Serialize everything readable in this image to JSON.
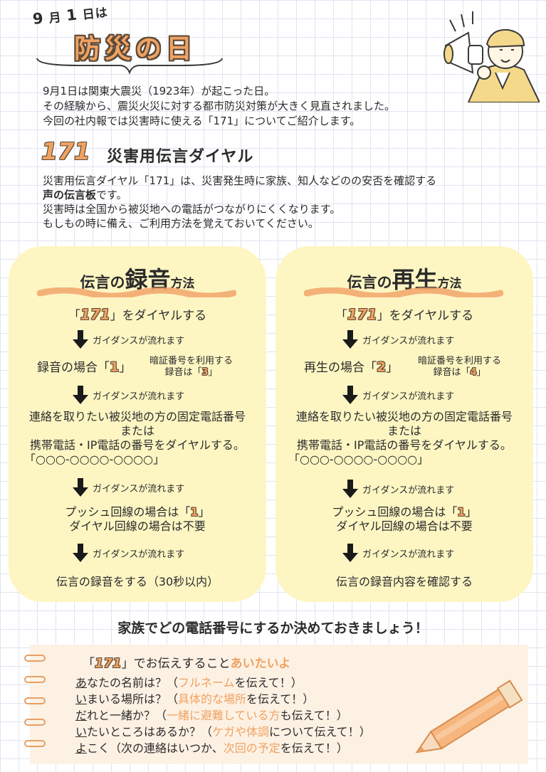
{
  "header": {
    "date_prefix": "9",
    "date_month": "月",
    "date_day": "1",
    "date_suffix": "日は",
    "title": "防災の日"
  },
  "intro": [
    "9月1日は関東大震災（1923年）が起こった日。",
    "その経験から、震災火災に対する都市防災対策が大きく見直されました。",
    "今回の社内報では災害時に使える「171」についてご紹介します。"
  ],
  "section": {
    "number": "171",
    "title": "災害用伝言ダイヤル",
    "desc_line1": "災害用伝言ダイヤル「171」は、災害発生時に家族、知人などのの安否を確認する",
    "desc_bold": "声の伝言板",
    "desc_bold_tail": "です。",
    "desc_line3": "災害時は全国から被災地への電話がつながりにくくなります。",
    "desc_line4": "もしもの時に備え、ご利用方法を覚えておいてください。"
  },
  "record": {
    "title_pre": "伝言の",
    "title_em": "録音",
    "title_post": "方法",
    "step1_pre": "「",
    "step1_num": "171",
    "step1_post": "」をダイヤルする",
    "guidance": "ガイダンスが流れます",
    "step2_pre": "録音の場合「",
    "step2_num": "1",
    "step2_post": "」",
    "pw_line1": "暗証番号を利用する",
    "pw_line2_pre": "録音は「",
    "pw_line2_num": "3",
    "pw_line2_post": "」",
    "step3_line1": "連絡を取りたい被災地の方の固定電話番号",
    "step3_line2": "または",
    "step3_line3": "携帯電話・IP電話の番号をダイヤルする。",
    "step3_line4": "「○○○-○○○○-○○○○」",
    "step4_line1_pre": "プッシュ回線の場合は「",
    "step4_line1_num": "1",
    "step4_line1_post": "」",
    "step4_line2": "ダイヤル回線の場合は不要",
    "step5": "伝言の録音をする（30秒以内）"
  },
  "playback": {
    "title_pre": "伝言の",
    "title_em": "再生",
    "title_post": "方法",
    "step1_pre": "「",
    "step1_num": "171",
    "step1_post": "」をダイヤルする",
    "guidance": "ガイダンスが流れます",
    "step2_pre": "再生の場合「",
    "step2_num": "2",
    "step2_post": "」",
    "pw_line1": "暗証番号を利用する",
    "pw_line2_pre": "録音は「",
    "pw_line2_num": "4",
    "pw_line2_post": "」",
    "step3_line1": "連絡を取りたい被災地の方の固定電話番号",
    "step3_line2": "または",
    "step3_line3": "携帯電話・IP電話の番号をダイヤルする。",
    "step3_line4": "「○○○-○○○○-○○○○」",
    "step4_line1_pre": "プッシュ回線の場合は「",
    "step4_line1_num": "1",
    "step4_line1_post": "」",
    "step4_line2": "ダイヤル回線の場合は不要",
    "step5": "伝言の録音内容を確認する"
  },
  "family_note": "家族でどの電話番号にするか決めておきましょう！",
  "note": {
    "title_pre": "「",
    "title_num": "171",
    "title_mid": "」でお伝えすること",
    "title_ai": "あいたいよ",
    "items": [
      {
        "initial": "あ",
        "rest": "なたの名前は？（",
        "hl": "フルネーム",
        "tail": "を伝えて！）"
      },
      {
        "initial": "い",
        "rest": "まいる場所は？（",
        "hl": "具体的な場所",
        "tail": "を伝えて！）"
      },
      {
        "initial": "だ",
        "rest": "れと一緒か？（",
        "hl": "一緒に避難している方",
        "tail": "も伝えて！）"
      },
      {
        "initial": "い",
        "rest": "たいところはあるか？（",
        "hl": "ケガや体調",
        "tail": "について伝えて！）"
      },
      {
        "initial": "よ",
        "rest": "こく（次の連絡はいつか、",
        "hl": "次回の予定",
        "tail": "を伝えて！）"
      }
    ]
  },
  "colors": {
    "accent": "#f0a261",
    "panel": "#fdf6c3",
    "note_bg": "#fdf1e4",
    "outline": "#5a4a3a"
  },
  "icons": [
    "megaphone-person-illustration",
    "down-arrow-icon",
    "pencil-illustration",
    "spiral-binding-icon"
  ]
}
